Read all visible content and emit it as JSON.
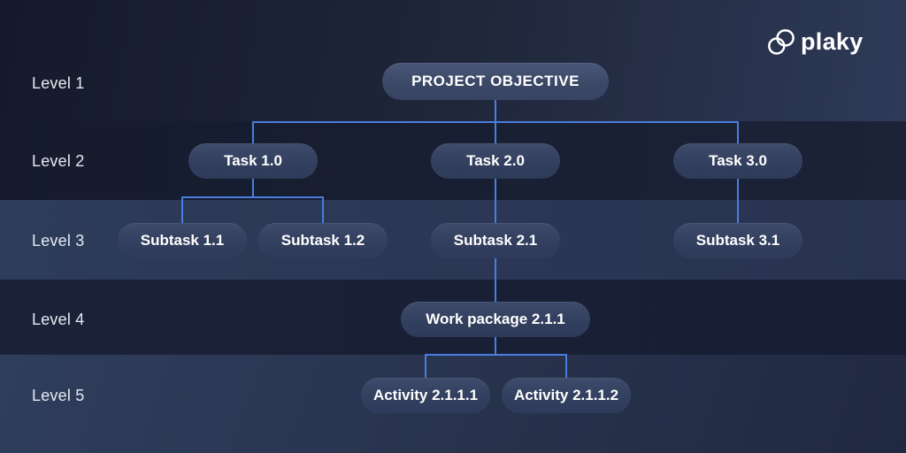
{
  "brand": {
    "name": "plaky"
  },
  "levels": [
    {
      "label": "Level 1"
    },
    {
      "label": "Level 2"
    },
    {
      "label": "Level 3"
    },
    {
      "label": "Level 4"
    },
    {
      "label": "Level 5"
    }
  ],
  "nodes": {
    "objective": {
      "label": "PROJECT OBJECTIVE",
      "level": 1
    },
    "task_1": {
      "label": "Task 1.0",
      "level": 2
    },
    "task_2": {
      "label": "Task 2.0",
      "level": 2
    },
    "task_3": {
      "label": "Task 3.0",
      "level": 2
    },
    "subtask_1_1": {
      "label": "Subtask 1.1",
      "level": 3
    },
    "subtask_1_2": {
      "label": "Subtask 1.2",
      "level": 3
    },
    "subtask_2_1": {
      "label": "Subtask 2.1",
      "level": 3
    },
    "subtask_3_1": {
      "label": "Subtask 3.1",
      "level": 3
    },
    "work_package_2_1_1": {
      "label": "Work package 2.1.1",
      "level": 4
    },
    "activity_2_1_1_1": {
      "label": "Activity 2.1.1.1",
      "level": 5
    },
    "activity_2_1_1_2": {
      "label": "Activity 2.1.1.2",
      "level": 5
    }
  },
  "hierarchy": {
    "label": "PROJECT OBJECTIVE",
    "children": [
      {
        "label": "Task 1.0",
        "children": [
          {
            "label": "Subtask 1.1"
          },
          {
            "label": "Subtask 1.2"
          }
        ]
      },
      {
        "label": "Task 2.0",
        "children": [
          {
            "label": "Subtask 2.1",
            "children": [
              {
                "label": "Work package 2.1.1",
                "children": [
                  {
                    "label": "Activity 2.1.1.1"
                  },
                  {
                    "label": "Activity 2.1.1.2"
                  }
                ]
              }
            ]
          }
        ]
      },
      {
        "label": "Task 3.0",
        "children": [
          {
            "label": "Subtask 3.1"
          }
        ]
      }
    ]
  },
  "colors": {
    "connector": "#4a7de0",
    "node_fill": "#323f5e",
    "node_text": "#ffffff",
    "level_label_text": "#e6eaf2",
    "band_dark": "#161c2e",
    "band_light": "#2c3b58"
  }
}
